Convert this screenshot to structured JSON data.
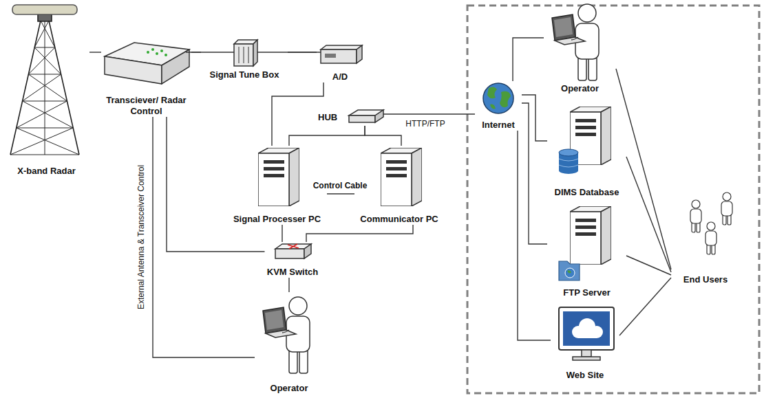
{
  "diagram": {
    "nodes": [
      {
        "text": [
          "X-band Radar"
        ]
      },
      {
        "text": [
          "Transciever/ Radar Control"
        ]
      },
      {
        "text": [
          "Signal Tune Box"
        ]
      },
      {
        "text": [
          "A/D"
        ]
      },
      {
        "text": [
          "HUB"
        ]
      },
      {
        "text": [
          "Signal Processer PC"
        ]
      },
      {
        "text": [
          "Communicator PC"
        ]
      },
      {
        "text": [
          "KVM Switch"
        ]
      },
      {
        "text": [
          "Operator"
        ]
      },
      {
        "text": [
          "Internet"
        ]
      },
      {
        "text": [
          "Operator"
        ]
      },
      {
        "text": [
          "DIMS Database"
        ]
      },
      {
        "text": [
          "FTP Server"
        ]
      },
      {
        "text": [
          "Web Site"
        ]
      },
      {
        "text": [
          "End Users"
        ]
      }
    ],
    "edges": [
      {
        "from": 0,
        "to": 1,
        "arrow": "none"
      },
      {
        "from": 1,
        "to": 2,
        "arrow": "none"
      },
      {
        "from": 2,
        "to": 3,
        "arrow": "none"
      },
      {
        "from": 3,
        "to": 5,
        "arrow": "none"
      },
      {
        "from": 4,
        "to": 5,
        "arrow": "none"
      },
      {
        "from": 4,
        "to": 6,
        "arrow": "none"
      },
      {
        "from": 4,
        "to": 9,
        "label": "HTTP/FTP",
        "arrow": "none"
      },
      {
        "from": 5,
        "to": 6,
        "label": "Control Cable",
        "arrow": "none"
      },
      {
        "from": 1,
        "to": 7,
        "arrow": "none"
      },
      {
        "from": 5,
        "to": 7,
        "arrow": "none"
      },
      {
        "from": 6,
        "to": 7,
        "arrow": "none"
      },
      {
        "from": 7,
        "to": 8,
        "arrow": "none"
      },
      {
        "from": 1,
        "to": 8,
        "label": "External Antenna & Transceiver Control",
        "arrow": "none"
      },
      {
        "from": 9,
        "to": 10,
        "arrow": "none"
      },
      {
        "from": 9,
        "to": 11,
        "arrow": "none"
      },
      {
        "from": 9,
        "to": 12,
        "arrow": "none"
      },
      {
        "from": 9,
        "to": 13,
        "arrow": "none"
      },
      {
        "from": 10,
        "to": 14,
        "arrow": "none"
      },
      {
        "from": 11,
        "to": 14,
        "arrow": "none"
      },
      {
        "from": 12,
        "to": 14,
        "arrow": "none"
      },
      {
        "from": 13,
        "to": 14,
        "arrow": "none"
      }
    ]
  }
}
